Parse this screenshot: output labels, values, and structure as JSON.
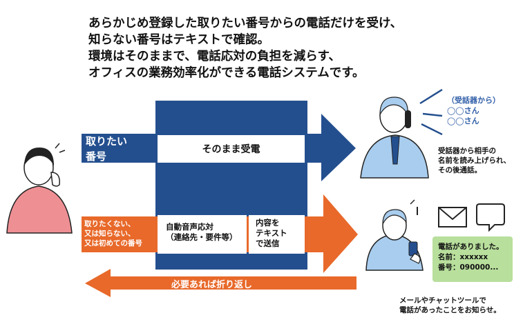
{
  "headline": {
    "line1": "あらかじめ登録した取りたい番号からの電話だけを受け、",
    "line2": "知らない番号はテキストで確認。",
    "line3": "環境はそのままで、電話応対の負担を減らす、",
    "line4": "オフィスの業務効率化ができる電話システムです。"
  },
  "flow_top": {
    "source_label_line1": "取りたい",
    "source_label_line2": "番号",
    "action_label": "そのまま受電"
  },
  "flow_bottom": {
    "source_label_line1": "取りたくない、",
    "source_label_line2": "又は知らない、",
    "source_label_line3": "又は初めての番号",
    "step1_line1": "自動音声応対",
    "step1_line2": "（連絡先・要件等）",
    "step2_line1": "内容を",
    "step2_line2": "テキスト",
    "step2_line3": "で送信"
  },
  "callback_arrow": {
    "label": "必要あれば折り返し"
  },
  "receiver": {
    "speech_title": "（受話器から）",
    "speech_line1": "◯◯さん",
    "speech_line2": "◯◯さん",
    "note_line1": "受話器から相手の",
    "note_line2": "名前を読み上げられ、",
    "note_line3": "その後通話。"
  },
  "notification": {
    "card_line1": "電話がありました。",
    "card_line2": "名前：xxxxxx",
    "card_line3": "番号：090000...",
    "note_line1": "メールやチャットツールで",
    "note_line2": "電話があったことをお知らせ。"
  },
  "colors": {
    "navy": "#244f8f",
    "orange": "#e8692a",
    "caller_pink": "#ee8f94",
    "staff_blue": "#a9cdee",
    "card_green": "#b8df9c"
  },
  "icons": [
    "caller-person-icon",
    "office-worker-icon",
    "phone-user-icon",
    "mail-icon",
    "chat-bubble-icon"
  ]
}
